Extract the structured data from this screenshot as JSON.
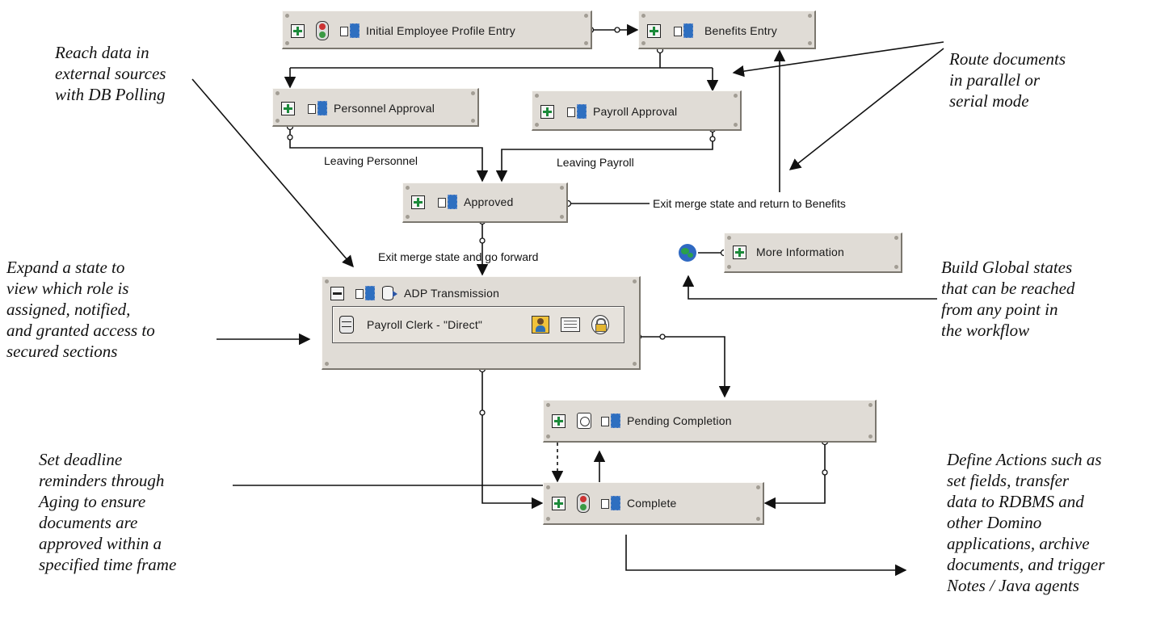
{
  "nodes": {
    "initial": {
      "label": "Initial Employee Profile Entry"
    },
    "benefits": {
      "label": "Benefits Entry"
    },
    "personnel": {
      "label": "Personnel Approval"
    },
    "payroll": {
      "label": "Payroll Approval"
    },
    "approved": {
      "label": "Approved"
    },
    "adp": {
      "label": "ADP Transmission",
      "role": "Payroll Clerk - \"Direct\""
    },
    "more_info": {
      "label": "More Information"
    },
    "pending": {
      "label": "Pending Completion"
    },
    "complete": {
      "label": "Complete"
    }
  },
  "edge_labels": {
    "leaving_personnel": "Leaving Personnel",
    "leaving_payroll": "Leaving Payroll",
    "exit_return": "Exit merge state and return to Benefits",
    "exit_forward": "Exit merge state and go forward"
  },
  "annotations": {
    "db_polling": [
      "Reach data in",
      "external sources",
      "with DB Polling"
    ],
    "route": [
      "Route documents",
      "in parallel or",
      "serial mode"
    ],
    "expand": [
      "Expand a state to",
      "view which role is",
      "assigned, notified,",
      "and granted access to",
      "secured sections"
    ],
    "global": [
      "Build Global states",
      "that can be reached",
      "from any point in",
      "the workflow"
    ],
    "deadline": [
      "Set deadline",
      "reminders through",
      "Aging to ensure",
      "documents are",
      "approved within a",
      "specified time frame"
    ],
    "actions": [
      "Define Actions such as",
      "set fields, transfer",
      "data to RDBMS and",
      "other Domino",
      "applications, archive",
      "documents, and trigger",
      "Notes / Java agents"
    ]
  },
  "icons": {
    "expand": "plus-box-icon",
    "collapse": "minus-box-icon",
    "traffic_light": "traffic-light-icon",
    "document_move": "document-move-icon",
    "db_polling": "database-arrow-icon",
    "aging": "clock-icon",
    "role": "role-stack-icon",
    "assigned": "person-icon",
    "notified": "mail-icon",
    "access": "lock-icon",
    "global": "globe-icon"
  },
  "colors": {
    "node_fill": "#e0dcd6",
    "line": "#111111",
    "accent_green": "#1b8a3a"
  }
}
